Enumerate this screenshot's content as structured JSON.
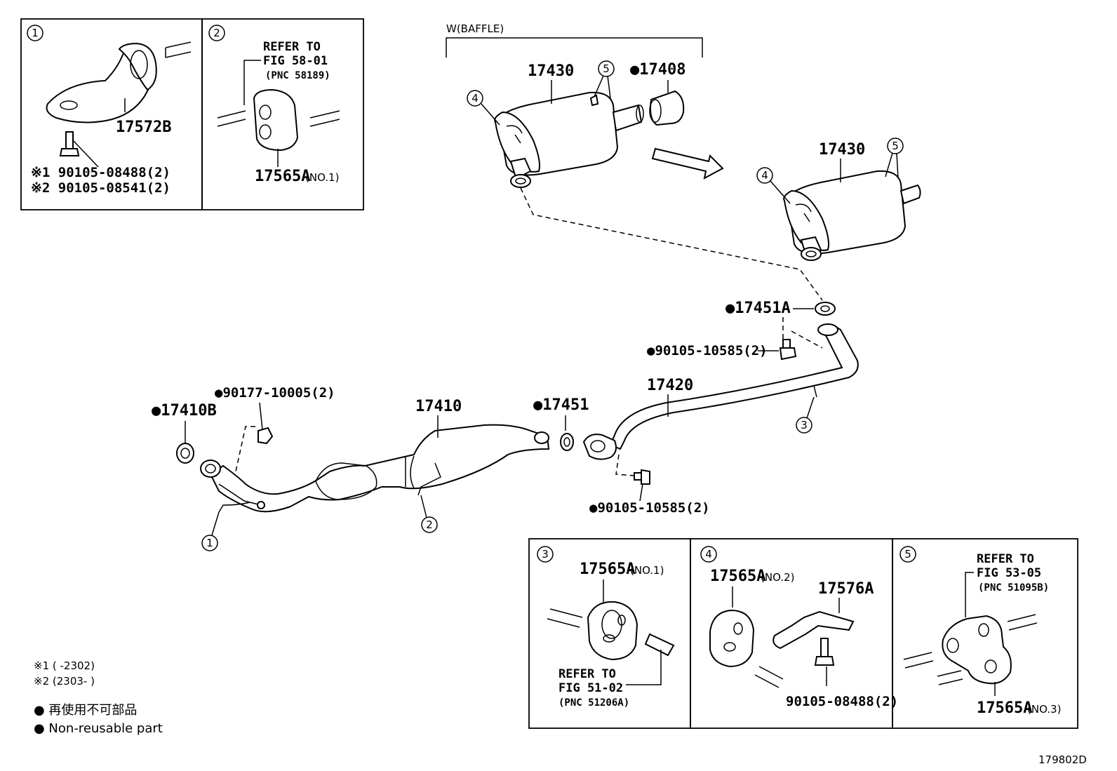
{
  "diagram": {
    "inset_boxes": {
      "box1": {
        "number": "1",
        "part": "17572B",
        "note1": "※1  90105-08488(2)",
        "note2": "※2  90105-08541(2)"
      },
      "box2": {
        "number": "2",
        "ref_line1": "REFER TO",
        "ref_line2": "FIG 58-01",
        "ref_pnc": "(PNC 58189)",
        "part": "17565A",
        "part_sub": "(NO.1)"
      },
      "box3": {
        "number": "3",
        "part": "17565A",
        "part_sub": "(NO.1)",
        "ref_line1": "REFER TO",
        "ref_line2": "FIG 51-02",
        "ref_pnc": "(PNC 51206A)"
      },
      "box4": {
        "number": "4",
        "part": "17565A",
        "part_sub": "(NO.2)",
        "part2": "17576A",
        "bolt": "90105-08488(2)"
      },
      "box5": {
        "number": "5",
        "ref_line1": "REFER TO",
        "ref_line2": "FIG 53-05",
        "ref_pnc": "(PNC 51095B)",
        "part": "17565A",
        "part_sub": "(NO.3)"
      }
    },
    "baffle_label": "W(BAFFLE)",
    "callouts": {
      "c4": "4",
      "c5": "5",
      "c3": "3",
      "c2": "2",
      "c1": "1"
    },
    "parts": {
      "p17430a": "17430",
      "p17408": "●17408",
      "p17430b": "17430",
      "p17451A": "●17451A",
      "p90105_10585a": "●90105-10585(2)",
      "p17420": "17420",
      "p17410": "17410",
      "p17451": "●17451",
      "p90177": "●90177-10005(2)",
      "p17410B": "●17410B",
      "p90105_10585b": "●90105-10585(2)"
    },
    "notes": {
      "n1": "※1 (      -2302)",
      "n2": "※2 (2303-      )"
    },
    "legend": {
      "jp": "●  再使用不可部品",
      "en": "●  Non-reusable part"
    },
    "figure_id": "179802D"
  }
}
